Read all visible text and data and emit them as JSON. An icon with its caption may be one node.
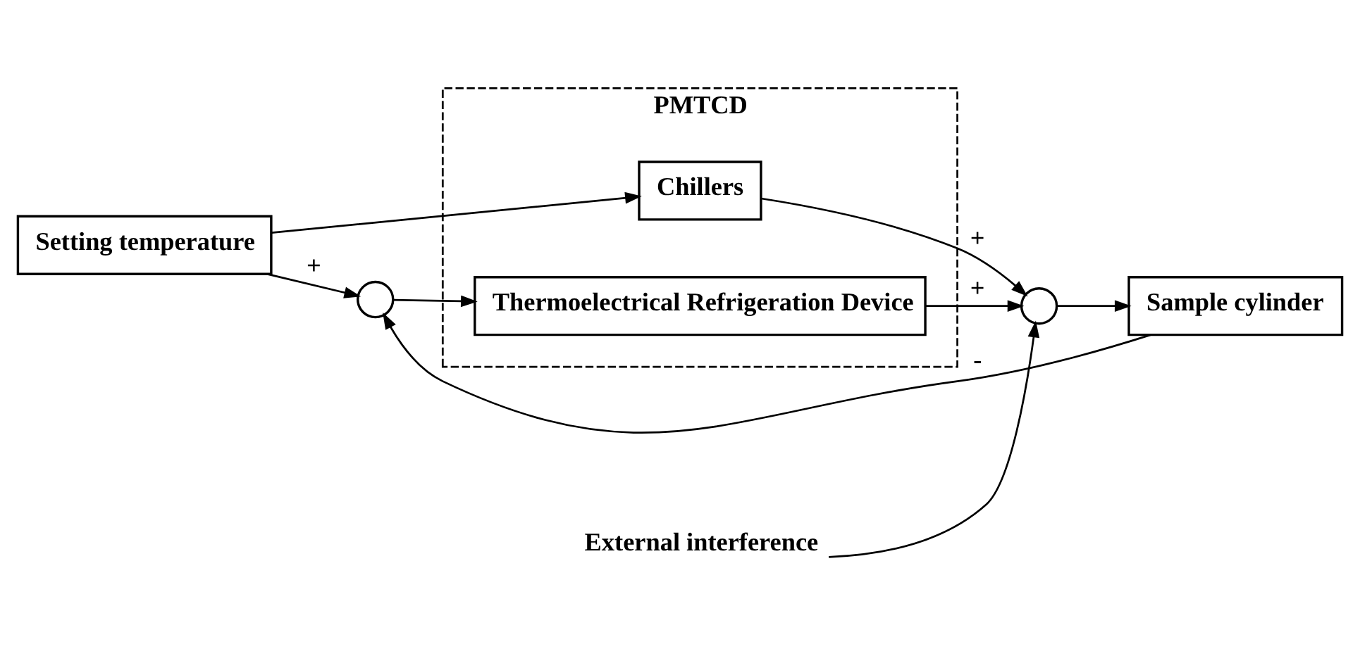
{
  "diagram": {
    "nodes": [
      {
        "text": [
          "Setting temperature"
        ]
      },
      {
        "text": [
          "PMTCD"
        ]
      },
      {
        "text": [
          "Chillers"
        ],
        "in": 1
      },
      {
        "text": [
          "Thermoelectrical Refrigeration Device"
        ],
        "in": 1
      },
      {
        "text": [],
        "shape": "circle"
      },
      {
        "text": [],
        "shape": "circle"
      },
      {
        "text": [
          "Sample cylinder"
        ]
      },
      {
        "text": [
          "External interference"
        ]
      }
    ],
    "edges": [
      {
        "from": 0,
        "to": 2,
        "arrow": "to"
      },
      {
        "from": 0,
        "to": 4,
        "arrow": "to",
        "label": "+"
      },
      {
        "from": 4,
        "to": 3,
        "arrow": "to"
      },
      {
        "from": 2,
        "to": 5,
        "arrow": "to",
        "label": "+"
      },
      {
        "from": 3,
        "to": 5,
        "arrow": "to",
        "label": "+"
      },
      {
        "from": 7,
        "to": 5,
        "arrow": "to"
      },
      {
        "from": 5,
        "to": 6,
        "arrow": "to"
      },
      {
        "from": 6,
        "to": 4,
        "arrow": "to",
        "label": "-"
      }
    ]
  }
}
